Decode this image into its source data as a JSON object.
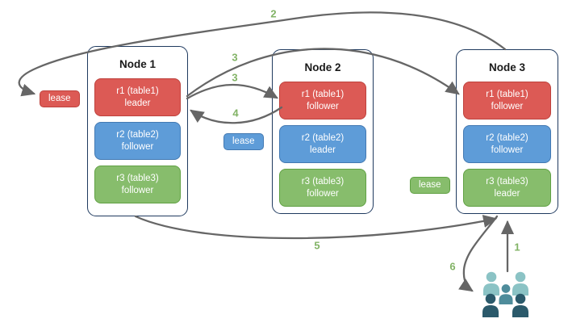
{
  "diagram_type": "replica-lease-diagram",
  "nodes": [
    {
      "title": "Node 1",
      "replicas": [
        {
          "name": "r1 (table1)",
          "role": "leader",
          "color": "red"
        },
        {
          "name": "r2 (table2)",
          "role": "follower",
          "color": "blue"
        },
        {
          "name": "r3 (table3)",
          "role": "follower",
          "color": "green"
        }
      ]
    },
    {
      "title": "Node 2",
      "replicas": [
        {
          "name": "r1 (table1)",
          "role": "follower",
          "color": "red"
        },
        {
          "name": "r2 (table2)",
          "role": "leader",
          "color": "blue"
        },
        {
          "name": "r3 (table3)",
          "role": "follower",
          "color": "green"
        }
      ]
    },
    {
      "title": "Node 3",
      "replicas": [
        {
          "name": "r1 (table1)",
          "role": "follower",
          "color": "red"
        },
        {
          "name": "r2 (table2)",
          "role": "follower",
          "color": "blue"
        },
        {
          "name": "r3 (table3)",
          "role": "leader",
          "color": "green"
        }
      ]
    }
  ],
  "leases": [
    {
      "label": "lease",
      "color": "red"
    },
    {
      "label": "lease",
      "color": "blue"
    },
    {
      "label": "lease",
      "color": "green"
    }
  ],
  "arrow_labels": [
    {
      "id": "step-2",
      "text": "2"
    },
    {
      "id": "step-3a",
      "text": "3"
    },
    {
      "id": "step-3b",
      "text": "3"
    },
    {
      "id": "step-4",
      "text": "4"
    },
    {
      "id": "step-5",
      "text": "5"
    },
    {
      "id": "step-1",
      "text": "1"
    },
    {
      "id": "step-6",
      "text": "6"
    }
  ],
  "icons": {
    "users_group": "users-group-icon"
  },
  "colors": {
    "red": "#dc5a55",
    "red_border": "#be423d",
    "blue": "#5e9cd8",
    "blue_border": "#4379b2",
    "green": "#87bd6c",
    "green_border": "#61a144",
    "node_border": "#1f3a5f",
    "arrow": "#666666",
    "step_label": "#82b366",
    "users_light": "#8bc3c5",
    "users_medium": "#4e8c9b",
    "users_dark": "#2b5a6b"
  }
}
